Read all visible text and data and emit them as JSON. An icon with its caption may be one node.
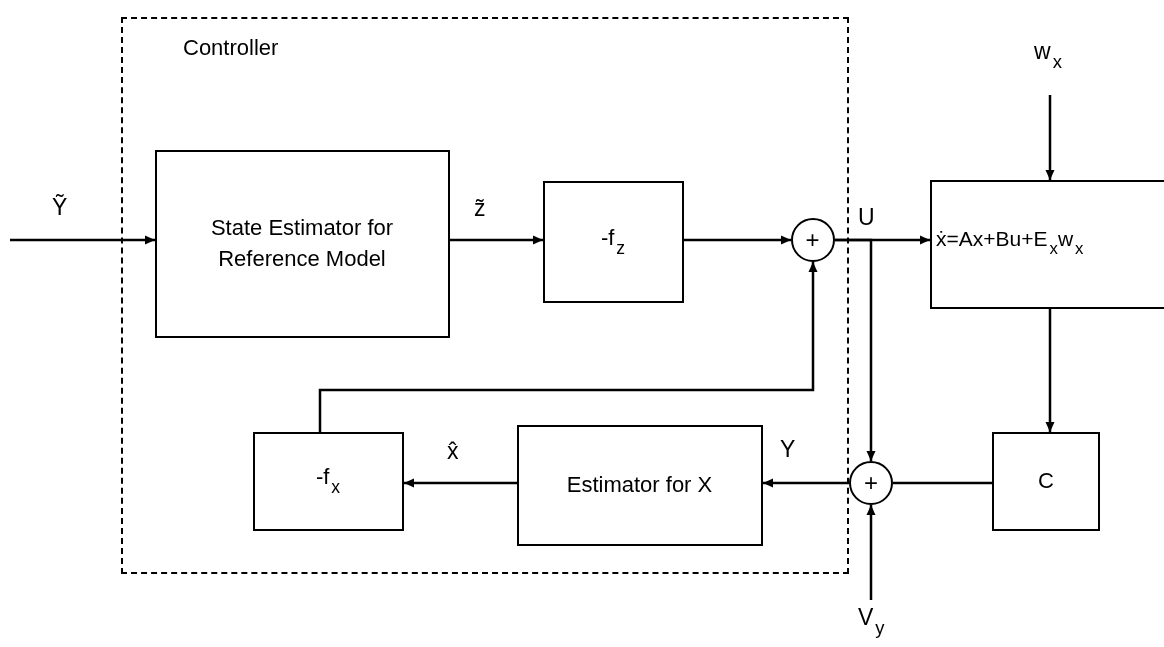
{
  "diagram": {
    "nodes": [
      {
        "text": [
          "Controller"
        ]
      },
      {
        "text": [
          "State Estimator for Reference Model"
        ],
        "in": 0
      },
      {
        "text": [
          "-f$_{z}$"
        ],
        "in": 0
      },
      {
        "text": [
          "+"
        ],
        "in": 0
      },
      {
        "text": [
          "-f$_{x}$"
        ],
        "in": 0
      },
      {
        "text": [
          "Estimator for X"
        ],
        "in": 0
      },
      {
        "text": [
          "+"
        ]
      },
      {
        "text": [
          "ẋ=Ax+Bu+E$_{x}$w$_{x}$"
        ]
      },
      {
        "text": [
          "C"
        ]
      }
    ],
    "edges": [
      {
        "from": null,
        "to": 1,
        "arrow": "to",
        "label": "Ỹ"
      },
      {
        "from": 1,
        "to": 2,
        "arrow": "to",
        "label": "z̃"
      },
      {
        "from": 2,
        "to": 3,
        "arrow": "to"
      },
      {
        "from": 4,
        "to": 3,
        "arrow": "to"
      },
      {
        "from": 3,
        "to": 7,
        "arrow": "to",
        "label": "U"
      },
      {
        "from": 3,
        "to": 6,
        "arrow": "to"
      },
      {
        "from": null,
        "to": 7,
        "arrow": "to",
        "label": "w$_{x}$"
      },
      {
        "from": 7,
        "to": 8,
        "arrow": "to"
      },
      {
        "from": 8,
        "to": 6,
        "arrow": "none"
      },
      {
        "from": 6,
        "to": 5,
        "arrow": "to",
        "label": "Y"
      },
      {
        "from": 5,
        "to": 4,
        "arrow": "to",
        "label": "x̂"
      },
      {
        "from": null,
        "to": 6,
        "arrow": "to",
        "label": "V$_{y}$"
      }
    ]
  }
}
